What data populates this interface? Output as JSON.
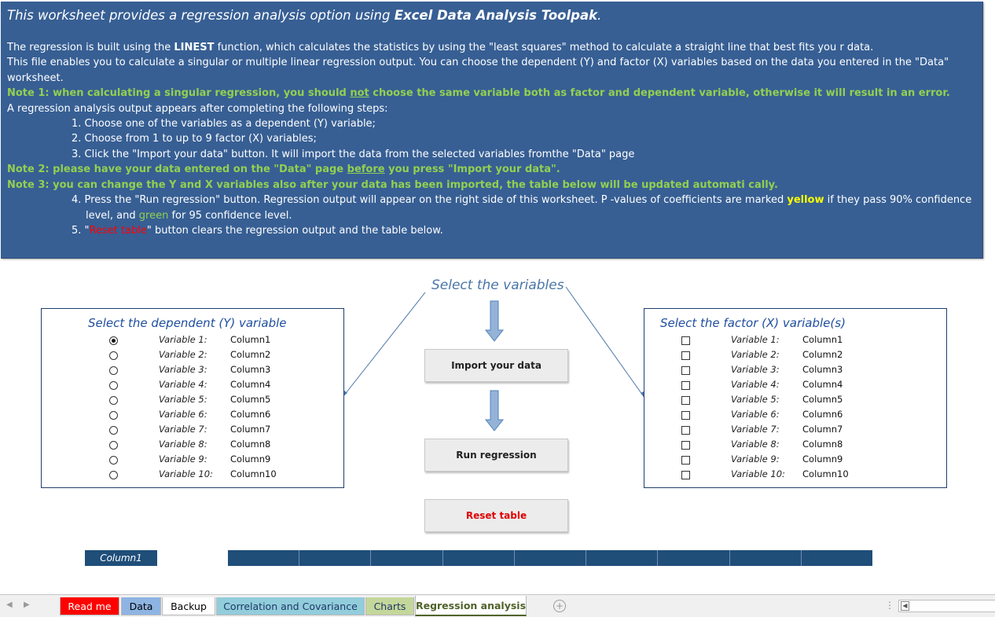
{
  "instructions": {
    "title_prefix": "This worksheet provides a regression analysis option using ",
    "title_bold": "Excel Data Analysis Toolpak",
    "title_suffix": ".",
    "p1_a": "The regression is built using the ",
    "p1_bold": "LINEST",
    "p1_b": " function, which calculates the statistics by using the \"least squares\" method to calculate a straight line that best fits you r data.",
    "p2": "This file enables you to calculate a singular or multiple linear regression  output. You can choose the dependent (Y) and factor (X) variables based on the data you entered in the \"Data\"",
    "p2_cont": "worksheet.",
    "note1_a": "Note 1: when calculating a singular regression, you should ",
    "note1_u": "not",
    "note1_b": " choose the same variable both as factor and dependent variable, otherwise it will result in an error.",
    "p3": "A regression analysis output appears after completing the following steps:",
    "step1": "1. Choose one of the variables as a dependent (Y) variable;",
    "step2": "2. Choose from 1 to up to 9 factor (X) variables;",
    "step3": "3. Click the \"Import your data\" button. It will import the data from the selected variables fromthe \"Data\" page",
    "note2_a": "Note 2: please have your data entered on the \"Data\" page ",
    "note2_u": "before",
    "note2_b": " you press \"Import your data\".",
    "note3": "Note 3: you can change the Y and X variables also after your data has been imported, the table below will be updated automati cally.",
    "step4_a": "4. Press the \"Run regression\" button. Regression output will appear on the right side of this worksheet. P -values of coefficients are marked ",
    "step4_yellow": "yellow",
    "step4_b": " if they pass 90% confidence",
    "step4_c": "level, and ",
    "step4_green": "green",
    "step4_d": " for 95 confidence level.",
    "step5_a": "5. \"",
    "step5_red": "Reset table",
    "step5_b": "\" button clears the regression output and the table below."
  },
  "dependent_box": {
    "title": "Select the dependent (Y) variable",
    "selected_index": 0,
    "rows": [
      {
        "label": "Variable 1:",
        "column": "Column1"
      },
      {
        "label": "Variable 2:",
        "column": "Column2"
      },
      {
        "label": "Variable 3:",
        "column": "Column3"
      },
      {
        "label": "Variable 4:",
        "column": "Column4"
      },
      {
        "label": "Variable 5:",
        "column": "Column5"
      },
      {
        "label": "Variable 6:",
        "column": "Column6"
      },
      {
        "label": "Variable 7:",
        "column": "Column7"
      },
      {
        "label": "Variable 8:",
        "column": "Column8"
      },
      {
        "label": "Variable 9:",
        "column": "Column9"
      },
      {
        "label": "Variable 10:",
        "column": "Column10"
      }
    ]
  },
  "factor_box": {
    "title": "Select the factor (X) variable(s)",
    "checked": [
      false,
      false,
      false,
      false,
      false,
      false,
      false,
      false,
      false,
      false
    ],
    "rows": [
      {
        "label": "Variable 1:",
        "column": "Column1"
      },
      {
        "label": "Variable 2:",
        "column": "Column2"
      },
      {
        "label": "Variable 3:",
        "column": "Column3"
      },
      {
        "label": "Variable 4:",
        "column": "Column4"
      },
      {
        "label": "Variable 5:",
        "column": "Column5"
      },
      {
        "label": "Variable 6:",
        "column": "Column6"
      },
      {
        "label": "Variable 7:",
        "column": "Column7"
      },
      {
        "label": "Variable 8:",
        "column": "Column8"
      },
      {
        "label": "Variable 9:",
        "column": "Column9"
      },
      {
        "label": "Variable 10:",
        "column": "Column10"
      }
    ]
  },
  "center": {
    "title": "Select the variables",
    "import_label": "Import your data",
    "run_label": "Run regression",
    "reset_label": "Reset table"
  },
  "table": {
    "header": "Column1"
  },
  "tabs": [
    {
      "label": "Read me",
      "bg": "#ff0000",
      "fg": "#ffffff"
    },
    {
      "label": "Data",
      "bg": "#8eb4e3",
      "fg": "#000000"
    },
    {
      "label": "Backup",
      "bg": "#ffffff",
      "fg": "#000000"
    },
    {
      "label": "Correlation and Covariance",
      "bg": "#92cddc",
      "fg": "#1f3864"
    },
    {
      "label": "Charts",
      "bg": "#c4d79b",
      "fg": "#1f3864"
    },
    {
      "label": "Regression analysis",
      "bg": "#ffffff",
      "fg": "#4f6228",
      "active": true
    }
  ],
  "colors": {
    "panel": "#375f94",
    "note": "#92d050",
    "header_blue": "#1f4e79"
  }
}
